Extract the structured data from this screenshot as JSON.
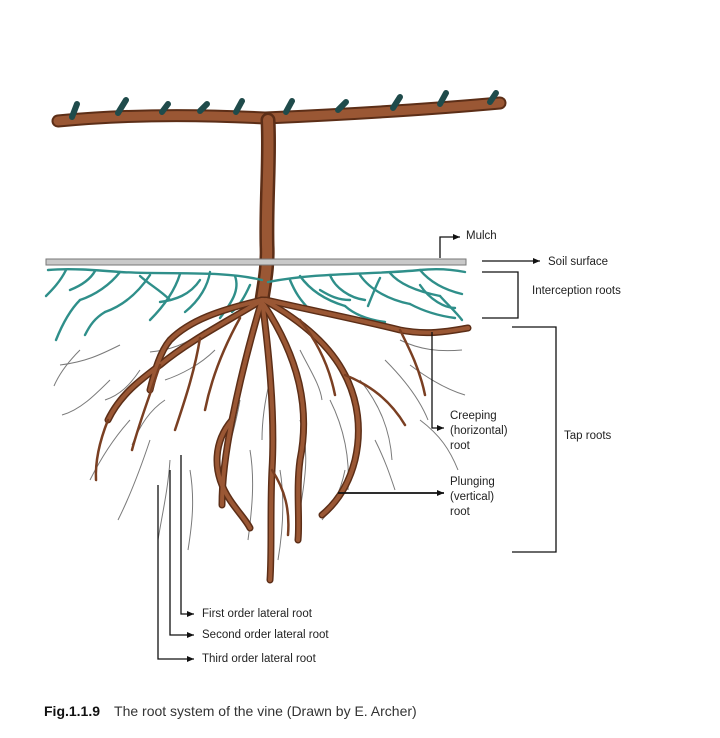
{
  "labels": {
    "mulch": "Mulch",
    "soil_surface": "Soil surface",
    "interception_roots": "Interception roots",
    "creeping": [
      "Creeping",
      "(horizontal)",
      "root"
    ],
    "tap_roots": "Tap roots",
    "plunging": [
      "Plunging",
      "(vertical)",
      "root"
    ],
    "first_order": "First order lateral root",
    "second_order": "Second order lateral root",
    "third_order": "Third order lateral root"
  },
  "caption": {
    "number": "Fig.1.1.9",
    "text": "The root system of the vine (Drawn by E. Archer)"
  },
  "colors": {
    "vine_brown": "#8a4b2c",
    "interception_teal": "#2f8f8a",
    "thin_root_gray": "#777777",
    "leader_black": "#111111"
  }
}
